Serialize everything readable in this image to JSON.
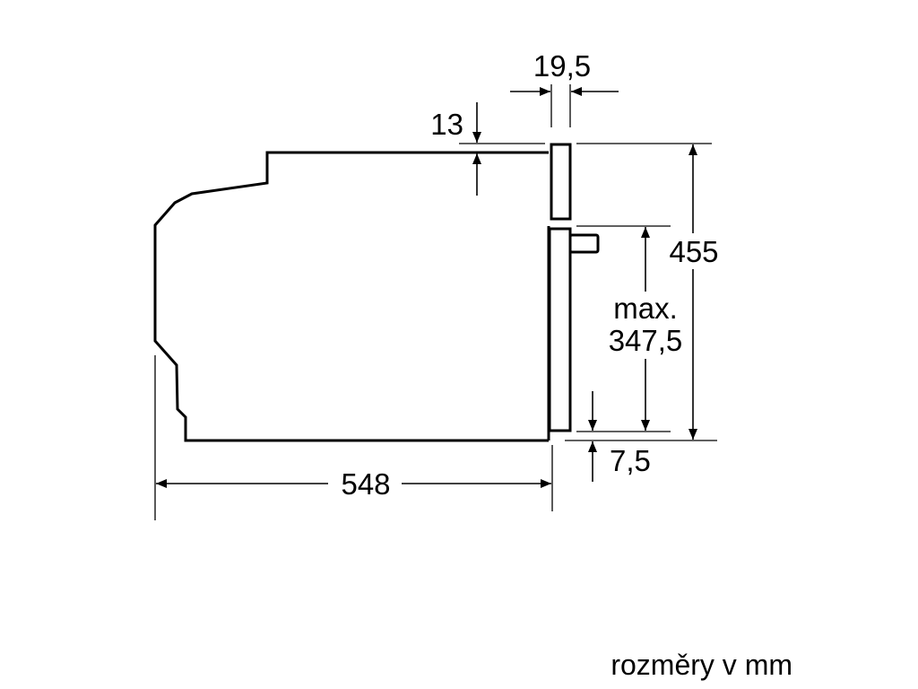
{
  "dimensions": {
    "front_thickness": "19,5",
    "top_gap": "13",
    "total_height": "455",
    "door_height_label_1": "max.",
    "door_height_label_2": "347,5",
    "bottom_gap": "7,5",
    "depth": "548"
  },
  "caption": "rozměry v mm"
}
